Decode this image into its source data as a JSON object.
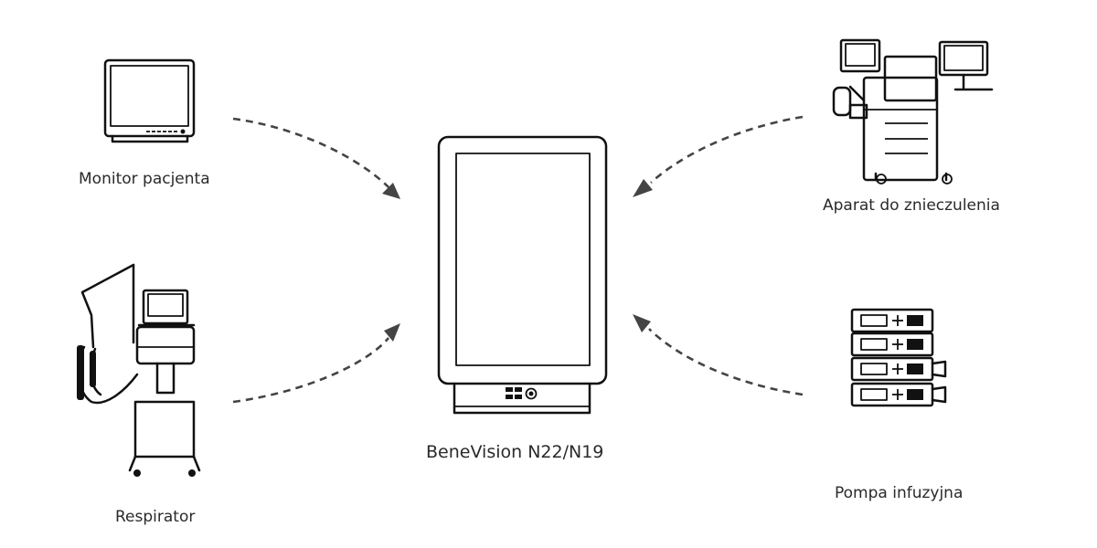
{
  "center_device": {
    "label": "BeneVision N22/N19",
    "icon": "display-monitor-icon"
  },
  "devices": [
    {
      "id": "patient-monitor",
      "label": "Monitor pacjenta",
      "icon": "patient-monitor-icon"
    },
    {
      "id": "ventilator",
      "label": "Respirator",
      "icon": "ventilator-icon"
    },
    {
      "id": "anesthesia-machine",
      "label": "Aparat do znieczulenia",
      "icon": "anesthesia-machine-icon"
    },
    {
      "id": "infusion-pump",
      "label": "Pompa infuzyjna",
      "icon": "infusion-pump-icon"
    }
  ],
  "colors": {
    "line": "#111111",
    "arrow": "#444444",
    "text": "#2a2a2a",
    "background": "#ffffff"
  }
}
